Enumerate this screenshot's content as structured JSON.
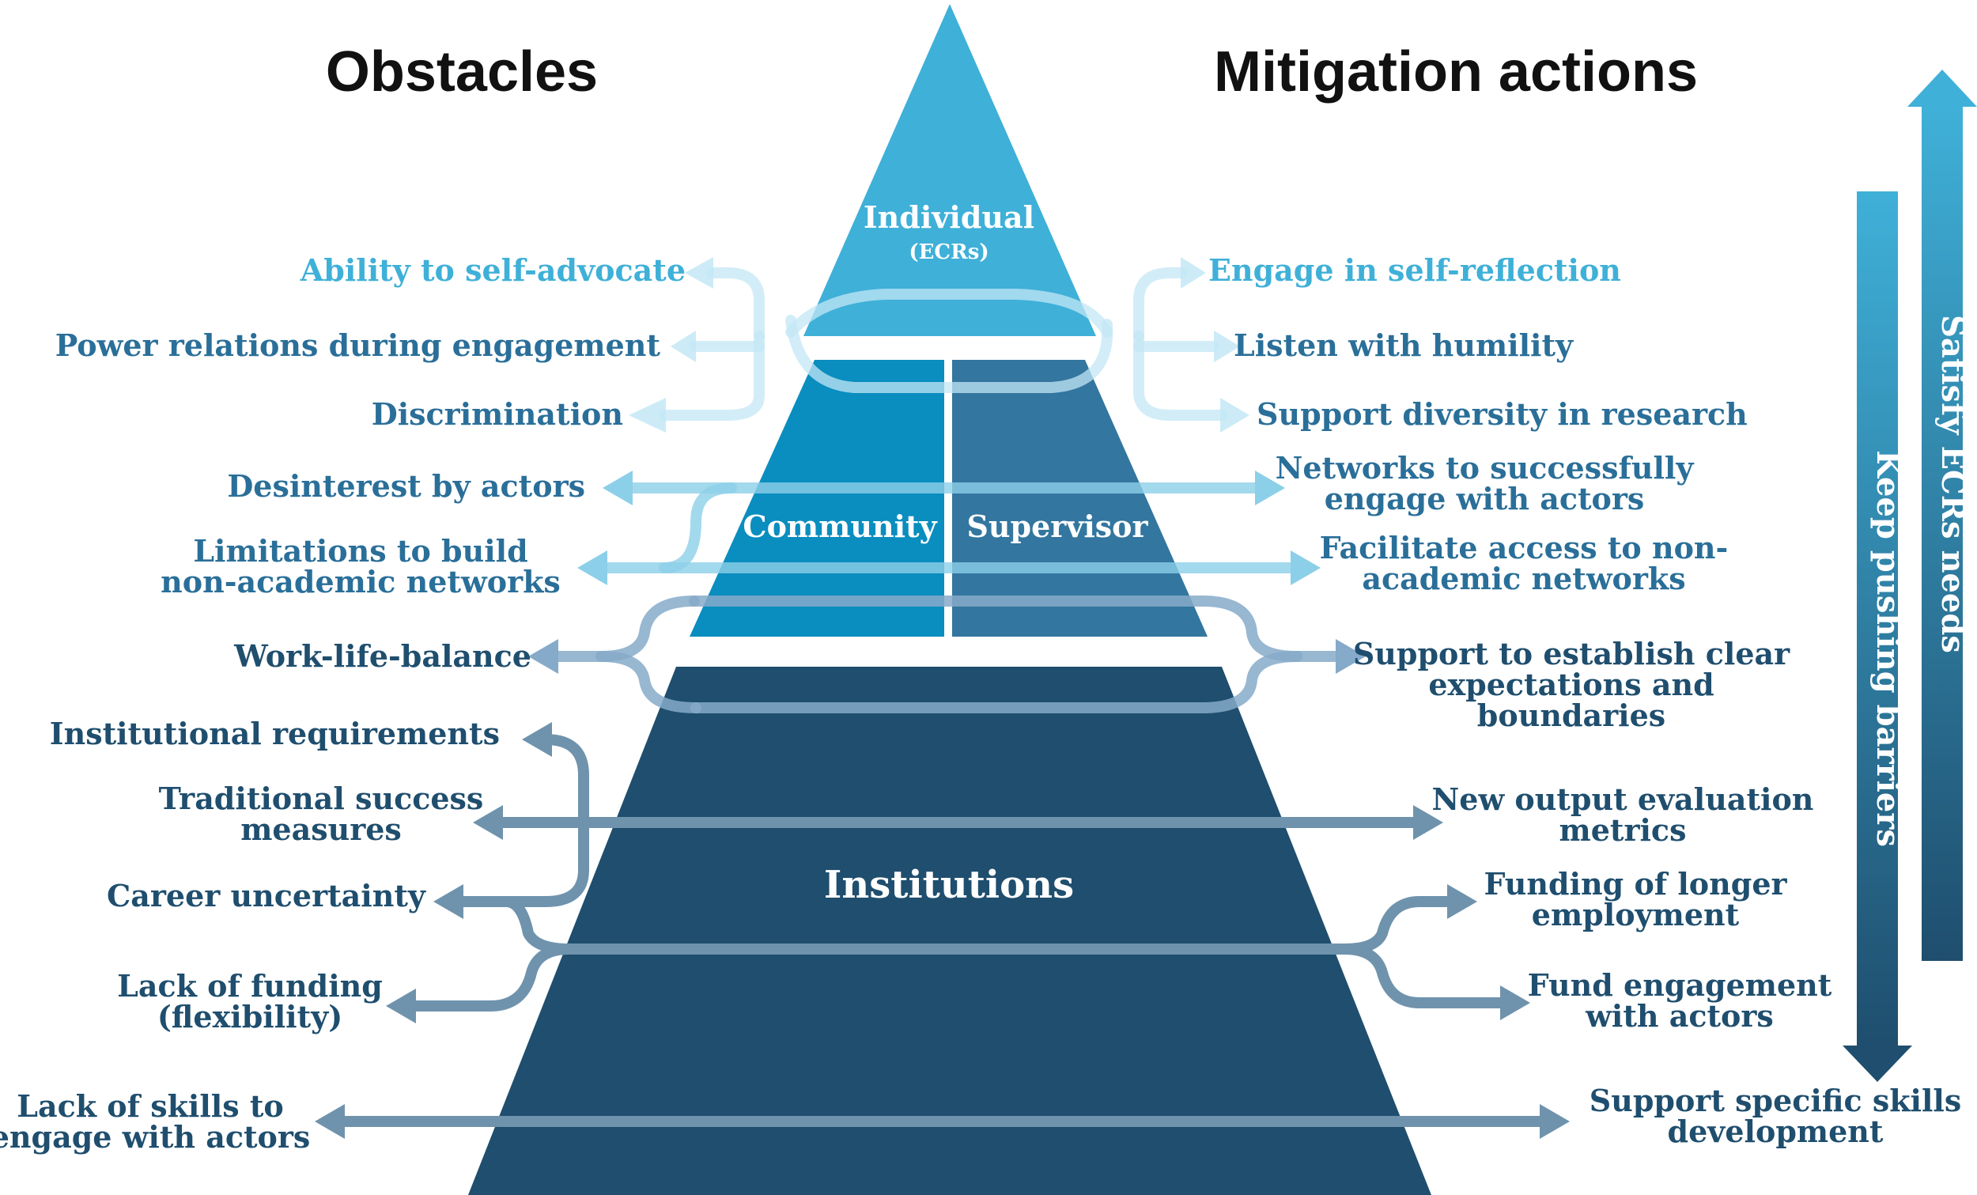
{
  "headings": {
    "obstacles": "Obstacles",
    "mitigation": "Mitigation actions"
  },
  "levels": {
    "individual": "Individual",
    "individual_sub": "(ECRs)",
    "community": "Community",
    "supervisor": "Supervisor",
    "institutions": "Institutions"
  },
  "obstacles": [
    {
      "lines": [
        "Ability to self-advocate"
      ],
      "level": "individual"
    },
    {
      "lines": [
        "Power relations during engagement"
      ],
      "level": "individual"
    },
    {
      "lines": [
        "Discrimination"
      ],
      "level": "individual"
    },
    {
      "lines": [
        "Desinterest by actors"
      ],
      "level": "community"
    },
    {
      "lines": [
        "Limitations to build",
        "non-academic networks"
      ],
      "level": "community"
    },
    {
      "lines": [
        "Work-life-balance"
      ],
      "level": "supervisor"
    },
    {
      "lines": [
        "Institutional requirements"
      ],
      "level": "institutions"
    },
    {
      "lines": [
        "Traditional success",
        "measures"
      ],
      "level": "institutions"
    },
    {
      "lines": [
        "Career uncertainty"
      ],
      "level": "institutions"
    },
    {
      "lines": [
        "Lack of funding",
        "(flexibility)"
      ],
      "level": "institutions"
    },
    {
      "lines": [
        "Lack of skills to",
        "engage with actors"
      ],
      "level": "institutions"
    }
  ],
  "mitigations": [
    {
      "lines": [
        "Engage in self-reflection"
      ],
      "level": "individual"
    },
    {
      "lines": [
        "Listen with humility"
      ],
      "level": "individual"
    },
    {
      "lines": [
        "Support diversity in research"
      ],
      "level": "individual"
    },
    {
      "lines": [
        "Networks to successfully",
        "engage with actors"
      ],
      "level": "community"
    },
    {
      "lines": [
        "Facilitate access to non-",
        "academic networks"
      ],
      "level": "community"
    },
    {
      "lines": [
        "Support to establish clear",
        "expectations and",
        "boundaries"
      ],
      "level": "supervisor"
    },
    {
      "lines": [
        "New output evaluation",
        "metrics"
      ],
      "level": "institutions"
    },
    {
      "lines": [
        "Funding of longer",
        "employment"
      ],
      "level": "institutions"
    },
    {
      "lines": [
        "Fund engagement",
        "with actors"
      ],
      "level": "institutions"
    },
    {
      "lines": [
        "Support specific skills",
        "development"
      ],
      "level": "institutions"
    }
  ],
  "side_arrows": {
    "down_label": "Keep pushing barriers",
    "up_label": "Satisfy ECRs needs"
  },
  "colors": {
    "individual": "#3fb0d8",
    "community": "#0a8dbf",
    "supervisor": "#33769f",
    "institutions": "#1f4e6e",
    "arrow_light": "#c3e7f6",
    "arrow_mid": "#8ccfe9",
    "arrow_steel": "#86aac9",
    "arrow_dark": "#6f93ad",
    "text_light": "#3fb0d8",
    "text_mid": "#2a6f99",
    "text_dark": "#1f4e6e",
    "heading": "#111111"
  }
}
